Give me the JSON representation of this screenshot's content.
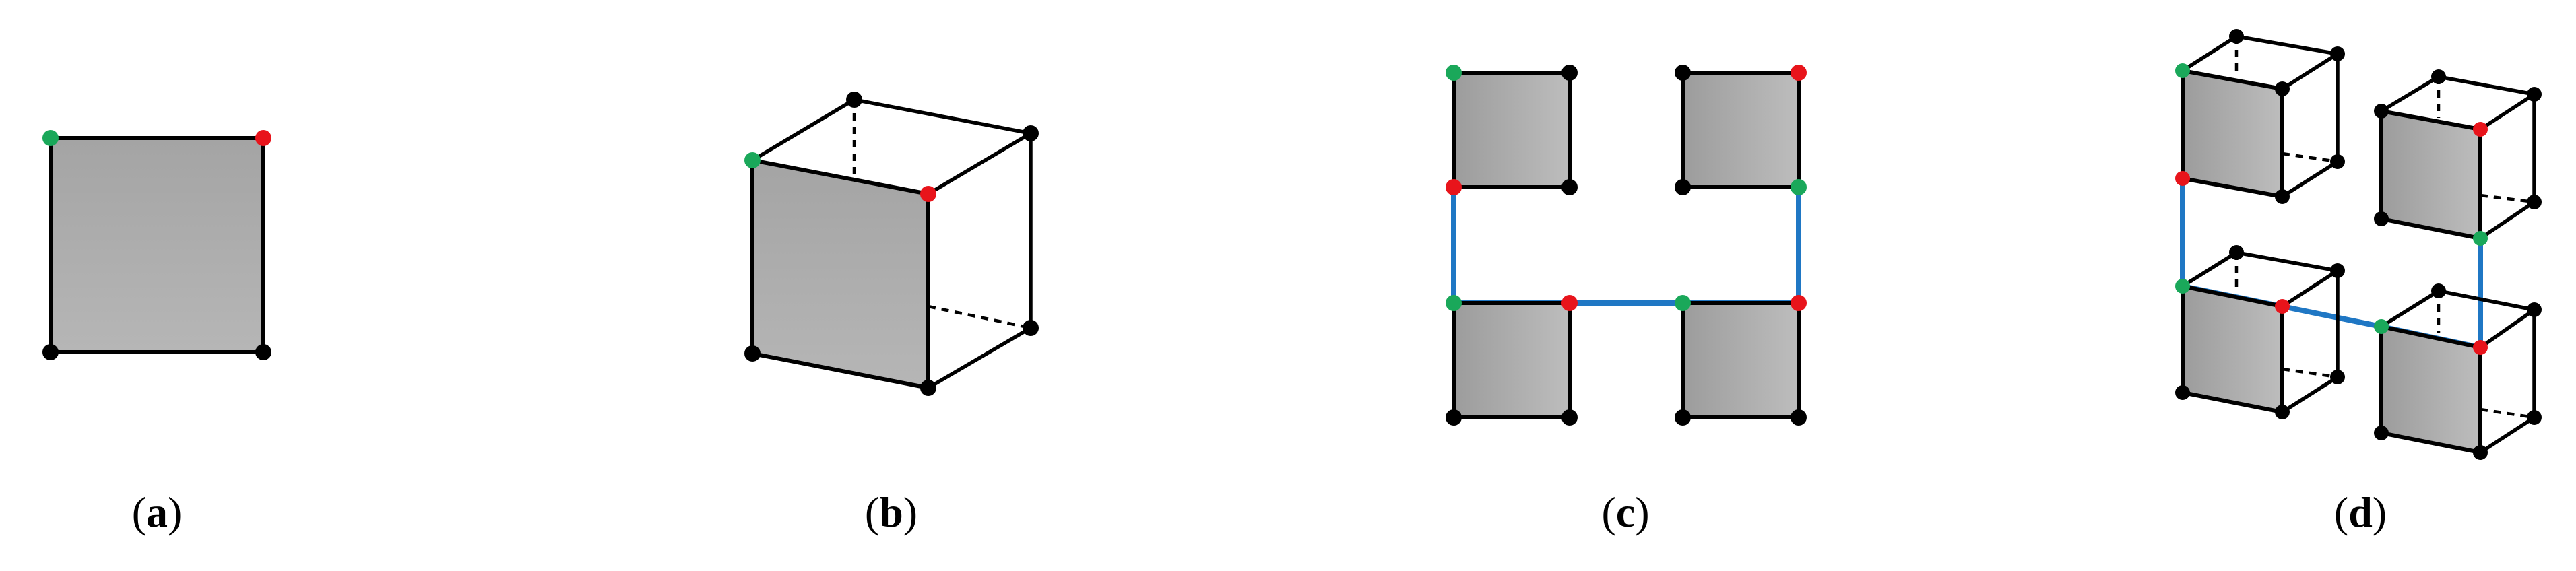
{
  "panels": [
    {
      "id": "a",
      "label": "a"
    },
    {
      "id": "b",
      "label": "b"
    },
    {
      "id": "c",
      "label": "c"
    },
    {
      "id": "d",
      "label": "d"
    }
  ],
  "colors": {
    "vertex_default": "#000000",
    "vertex_start": "#1aa85a",
    "vertex_end": "#e8141b",
    "link": "#1f77c4",
    "face_light": "#bdbdbd",
    "face_dark": "#9a9a9a"
  }
}
